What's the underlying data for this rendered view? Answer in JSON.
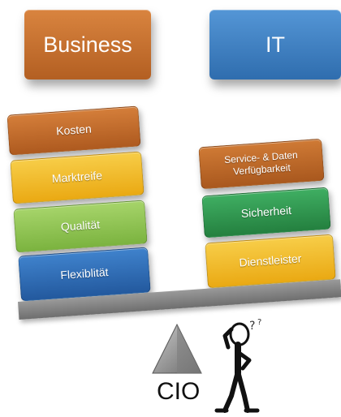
{
  "header": {
    "business": "Business",
    "it": "IT"
  },
  "business_factors": [
    "Kosten",
    "Marktreife",
    "Qualität",
    "Flexiblität"
  ],
  "it_factors": [
    {
      "lines": [
        "Service- & Daten",
        "Verfügbarkeit"
      ]
    },
    {
      "lines": [
        "Sicherheit"
      ]
    },
    {
      "lines": [
        "Dienstleister"
      ]
    }
  ],
  "scale": {
    "label": "CIO"
  },
  "colors": {
    "business": "#c06a2c",
    "it": "#3d7fc1",
    "orange": "#bf6a28",
    "yellow": "#f2ba22",
    "light_green": "#8fc653",
    "blue": "#2e6fb9",
    "green": "#2f9850",
    "beam": "#8a8a8a"
  }
}
